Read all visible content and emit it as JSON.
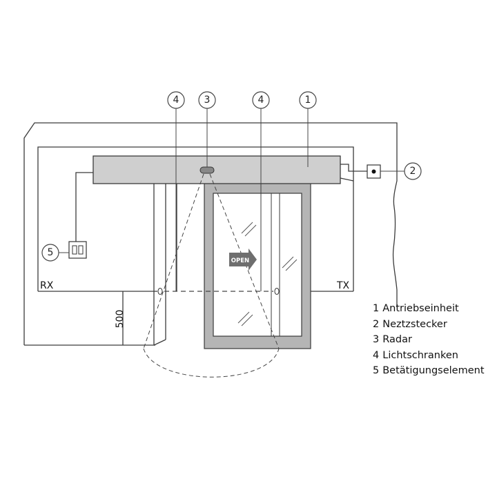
{
  "callouts": {
    "c4a": "4",
    "c3": "3",
    "c4b": "4",
    "c1": "1",
    "c2": "2",
    "c5": "5"
  },
  "labels": {
    "rx": "RX",
    "tx": "TX",
    "height": "500",
    "open_sign": "OPEN"
  },
  "legend": [
    {
      "num": "1",
      "text": "Antriebseinheit"
    },
    {
      "num": "2",
      "text": "Neztzstecker"
    },
    {
      "num": "3",
      "text": "Radar"
    },
    {
      "num": "4",
      "text": "Lichtschranken"
    },
    {
      "num": "5",
      "text": "Betätigungselement"
    }
  ],
  "colors": {
    "line": "#3a3a3a",
    "drive_unit": "#cfcfcf",
    "door_frame": "#b5b5b5",
    "open_sign": "#6e6e6e"
  }
}
